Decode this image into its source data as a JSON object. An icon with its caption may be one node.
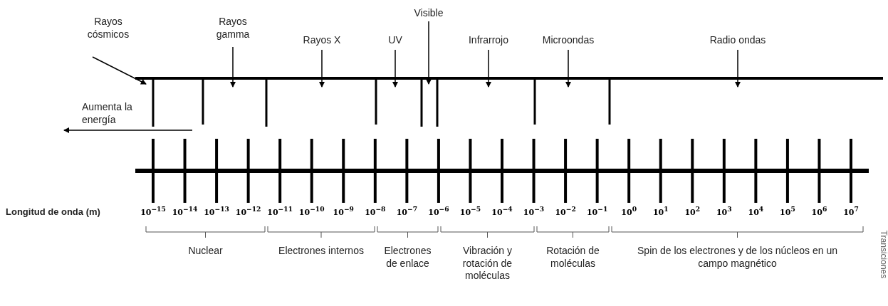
{
  "diagram": {
    "nodes": [
      {
        "text": [
          "Rayos cósmicos"
        ]
      },
      {
        "text": [
          "Rayos gamma"
        ]
      },
      {
        "text": [
          "Rayos X"
        ]
      },
      {
        "text": [
          "UV"
        ]
      },
      {
        "text": [
          "Visible"
        ]
      },
      {
        "text": [
          "Infrarrojo"
        ]
      },
      {
        "text": [
          "Microondas"
        ]
      },
      {
        "text": [
          "Radio ondas"
        ]
      }
    ],
    "edges": [
      {
        "from": 0,
        "to": null,
        "arrow": "to"
      },
      {
        "from": 1,
        "to": null,
        "arrow": "to"
      },
      {
        "from": 2,
        "to": null,
        "arrow": "to"
      },
      {
        "from": 3,
        "to": null,
        "arrow": "to"
      },
      {
        "from": 4,
        "to": null,
        "arrow": "to"
      },
      {
        "from": 5,
        "to": null,
        "arrow": "to"
      },
      {
        "from": 6,
        "to": null,
        "arrow": "to"
      },
      {
        "from": 7,
        "to": null,
        "arrow": "to"
      }
    ],
    "labels": [
      "Aumenta la energía",
      "Longitud de onda (m)",
      "10$^{−15}$",
      "10$^{−14}$",
      "10$^{−13}$",
      "10$^{−12}$",
      "10$^{−11}$",
      "10$^{−10}$",
      "10$^{−9}$",
      "10$^{−8}$",
      "10$^{−7}$",
      "10$^{−6}$",
      "10$^{−5}$",
      "10$^{−4}$",
      "10$^{−3}$",
      "10$^{−2}$",
      "10$^{−1}$",
      "10$^{0}$",
      "10$^{1}$",
      "10$^{2}$",
      "10$^{3}$",
      "10$^{4}$",
      "10$^{5}$",
      "10$^{6}$",
      "10$^{7}$",
      "Nuclear",
      "Electrones internos",
      "Electrones de enlace",
      "Vibración y rotación de moléculas",
      "Rotación de moléculas",
      "Spin de los electrones y de los núcleos en un campo magnético",
      "Transiciones"
    ]
  }
}
